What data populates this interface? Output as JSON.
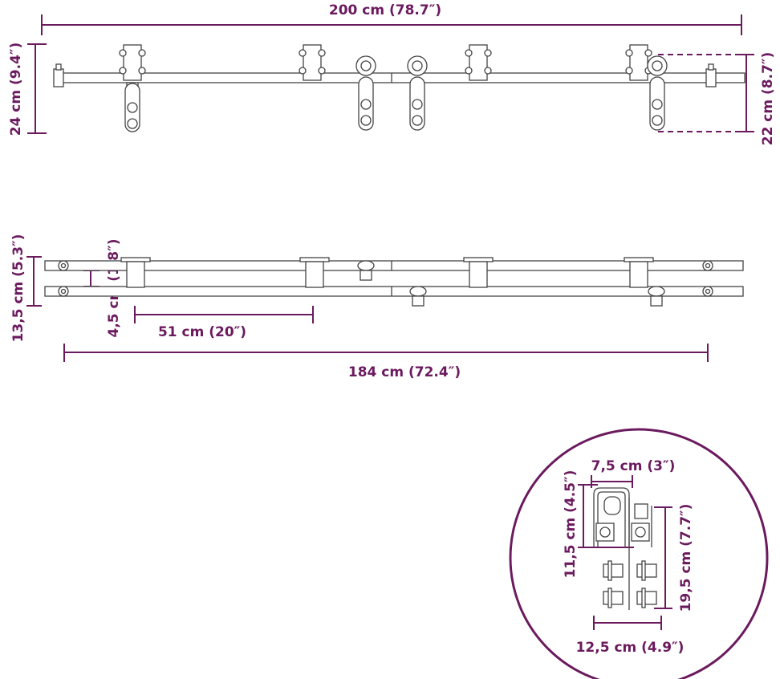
{
  "dimensions": {
    "total_length": "200 cm (78.7″)",
    "hanger_height": "24 cm (9.4″)",
    "wheel_height": "22 cm (8.7″)",
    "rail_spacing": "13,5 cm (5.3″)",
    "rail_gap": "4,5 cm (1.8″)",
    "bracket_spacing": "51 cm (20″)",
    "rail_length": "184 cm (72.4″)",
    "roller_width": "7,5 cm (3″)",
    "roller_height": "11,5 cm (4.5″)",
    "hanger_length": "19,5 cm (7.7″)",
    "hanger_width": "12,5 cm (4.9″)"
  },
  "colors": {
    "dimension": "#6b1a5e",
    "line": "#444444"
  }
}
